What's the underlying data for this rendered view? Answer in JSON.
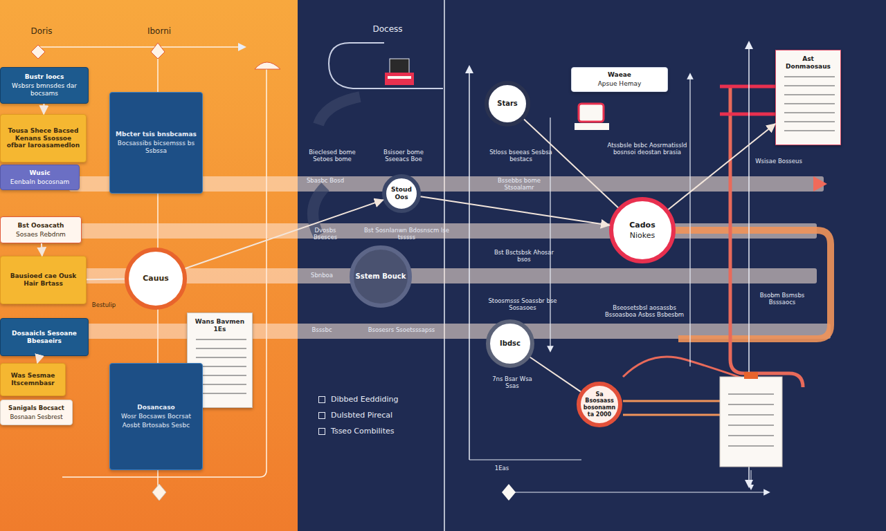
{
  "diagram": {
    "nodes": [
      {
        "text": [
          "Bustr loocs",
          "Wsbsrs bmnsdes dar bocsams"
        ]
      },
      {
        "text": [
          "Tousa Shece Bacsed Kenans Ssossoe ofbar Iaroasamedlon"
        ]
      },
      {
        "text": [
          "Wusic",
          "Eenbaln bocosnam"
        ]
      },
      {
        "text": [
          "Mbcter tsis bnsbcamas",
          "Bocsassibs bicsemsss bs Ssbssa"
        ]
      },
      {
        "text": [
          "Bst Oosacath",
          "Sosaes Rebdnm"
        ]
      },
      {
        "text": [
          "Bausioed cae Ousk Hair Brtass"
        ]
      },
      {
        "text": [
          "Cauus"
        ]
      },
      {
        "text": [
          "Wans Bavmen 1Es"
        ]
      },
      {
        "text": [
          "Dosaaicls Sesoane Bbesaeirs"
        ]
      },
      {
        "text": [
          "Was Sesmae Itscemnbasr"
        ]
      },
      {
        "text": [
          "Sanigals Bocsact",
          "Bosnaan Sesbrest"
        ]
      },
      {
        "text": [
          "Dosancaso",
          "Wosr Bocsaws Bocrsat",
          "Aosbt Brtosabs Sesbc"
        ]
      },
      {
        "text": [
          "Stars"
        ]
      },
      {
        "text": [
          "Waeae",
          "Apsue Hemay"
        ]
      },
      {
        "text": [
          "Ast Donmaosaus"
        ]
      },
      {
        "text": [
          "Stoud Oos"
        ]
      },
      {
        "text": [
          "Cados",
          "Niokes"
        ]
      },
      {
        "text": [
          "Sstem Bouck"
        ]
      },
      {
        "text": [
          "Ibdsc"
        ]
      },
      {
        "text": [
          "Sa Bsosaass bosonamn ta 2000"
        ]
      }
    ],
    "edges": [
      {
        "from": 0,
        "to": 1,
        "arrow": "to"
      },
      {
        "from": 4,
        "to": 5,
        "arrow": "to"
      },
      {
        "from": 8,
        "to": 9,
        "arrow": "to"
      },
      {
        "from": 5,
        "to": 6,
        "arrow": "none"
      },
      {
        "from": 6,
        "to": 15,
        "arrow": "to"
      },
      {
        "from": 15,
        "to": 16,
        "arrow": "to"
      },
      {
        "from": 12,
        "to": 16,
        "arrow": "none"
      },
      {
        "from": 16,
        "to": 14,
        "arrow": "to"
      },
      {
        "from": 18,
        "to": 19,
        "arrow": "none"
      }
    ],
    "labels": [
      "Doris",
      "Iborni",
      "Docess",
      "Bestulip",
      "Bieclesed bome Setoes bome",
      "Bsisoer bome Sseeacs Boe",
      "Stloss bseeas Sesbsa bestacs",
      "Atssbsle bsbc Aosrmatissld bosnsoi deostan brasia",
      "Wsisae Bosseus",
      "Sbasbc Bosd",
      "Bssebbs bome Stsoalamr",
      "Dvosbs Bsesces",
      "Bst Sosnlanwn Bdosnscm lse tsssss",
      "Bst Bsctsbsk Ahosar bsos",
      "Sbnboa",
      "Stoosmsss Soassbr bse Sosasoes",
      "Bseosetsbsl aosassbs Bssoasboa Asbss Bsbesbm",
      "Bsobm Bsmsbs Bsssaocs",
      "Bsssbc",
      "Bsosesrs Ssoetsssapss",
      "7ns Bsar Wsa Ssas",
      "1Eas"
    ],
    "legend": [
      {
        "text": "Dibbed Eeddiding"
      },
      {
        "text": "Dulsbted Pirecal"
      },
      {
        "text": "Tsseo Combilites"
      }
    ]
  }
}
